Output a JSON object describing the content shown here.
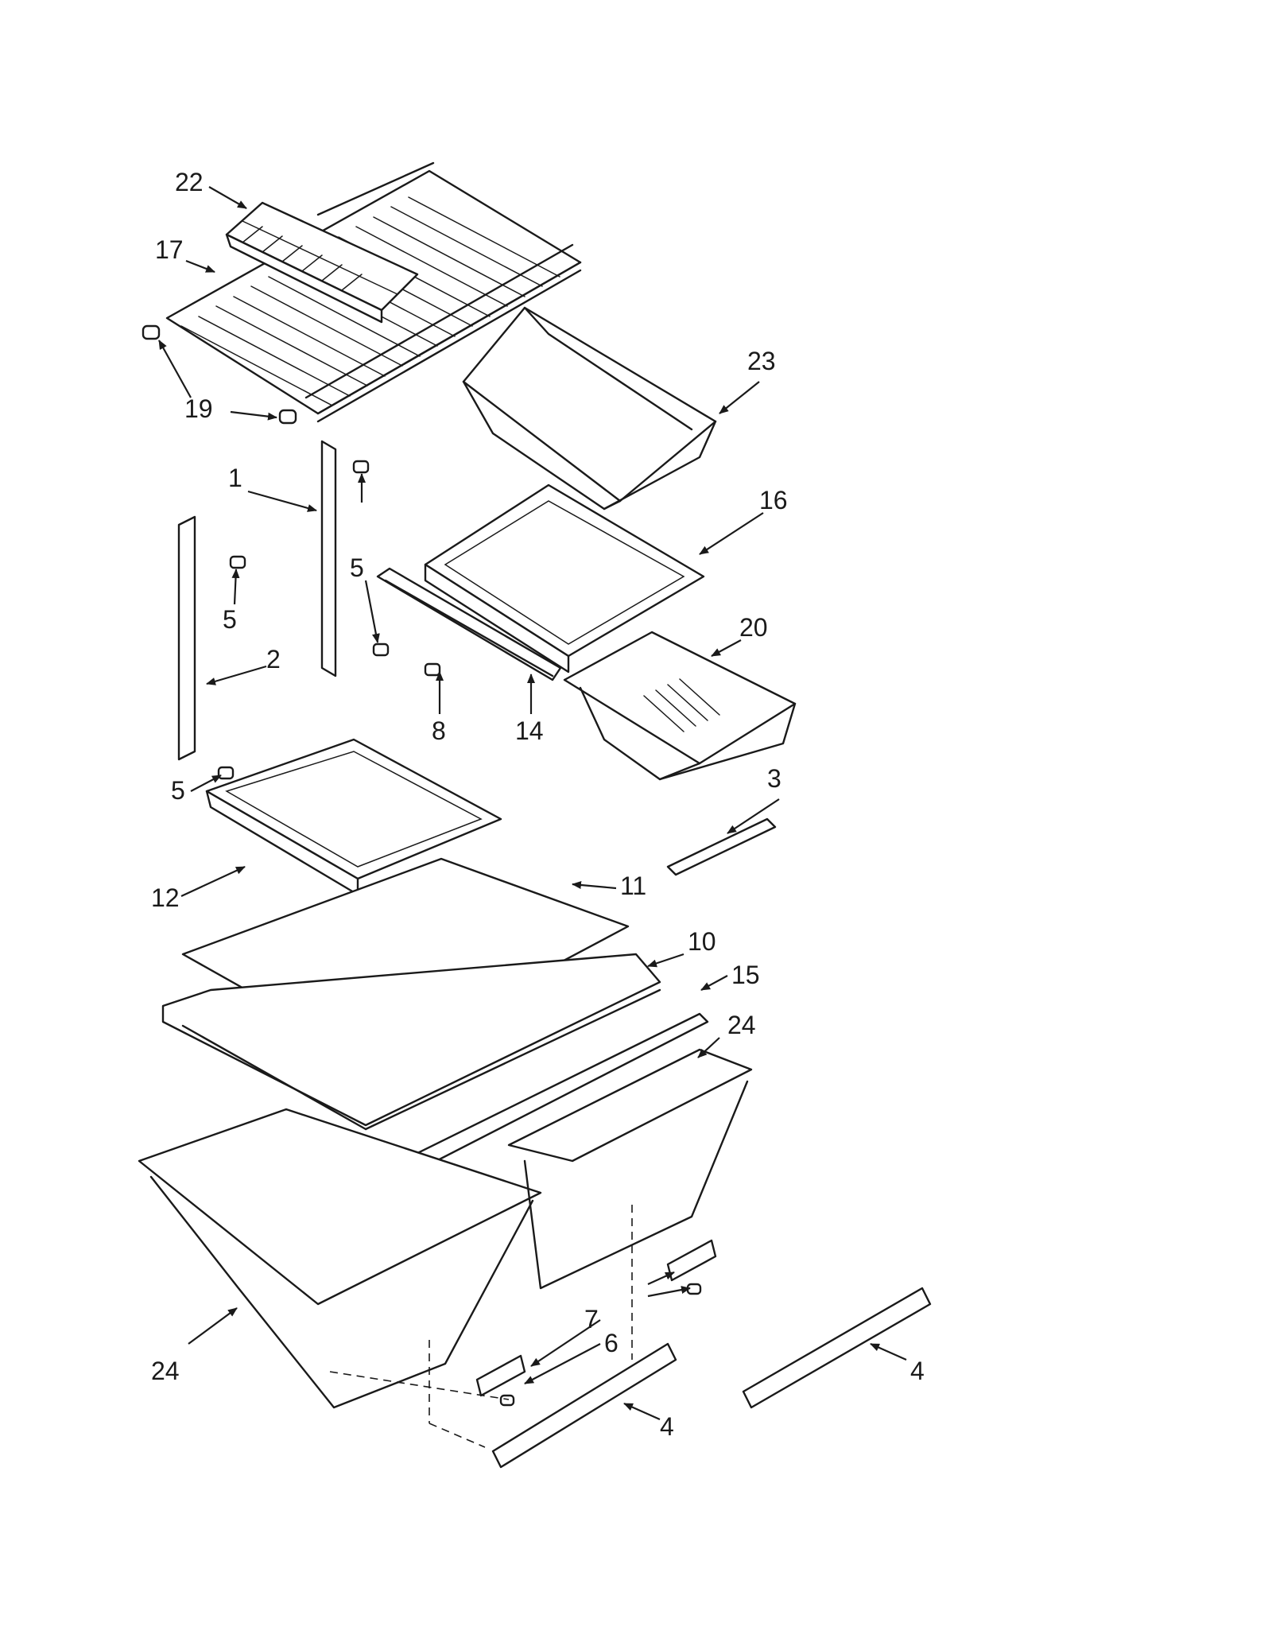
{
  "callouts": {
    "c1": "1",
    "c2": "2",
    "c3": "3",
    "c4a": "4",
    "c4b": "4",
    "c5a": "5",
    "c5b": "5",
    "c5c": "5",
    "c6": "6",
    "c7": "7",
    "c8": "8",
    "c10": "10",
    "c11": "11",
    "c12": "12",
    "c14": "14",
    "c15": "15",
    "c16": "16",
    "c17": "17",
    "c19": "19",
    "c20": "20",
    "c22": "22",
    "c23": "23",
    "c24a": "24",
    "c24b": "24"
  }
}
